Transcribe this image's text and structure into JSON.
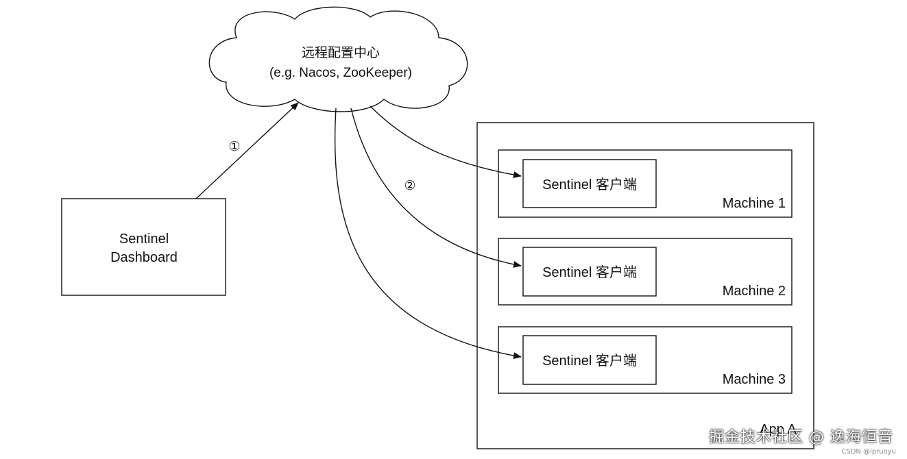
{
  "cloud": {
    "title": "远程配置中心",
    "subtitle": "(e.g. Nacos, ZooKeeper)"
  },
  "dashboard": {
    "line1": "Sentinel",
    "line2": "Dashboard"
  },
  "steps": {
    "step1": "①",
    "step2": "②"
  },
  "app": {
    "label": "App A",
    "machines": [
      {
        "label": "Machine 1",
        "client": "Sentinel 客户端"
      },
      {
        "label": "Machine 2",
        "client": "Sentinel 客户端"
      },
      {
        "label": "Machine 3",
        "client": "Sentinel 客户端"
      }
    ]
  },
  "watermark": {
    "main": "掘金技术社区 @ 逸海恒音",
    "sub": "CSDN @lpruoyu"
  }
}
